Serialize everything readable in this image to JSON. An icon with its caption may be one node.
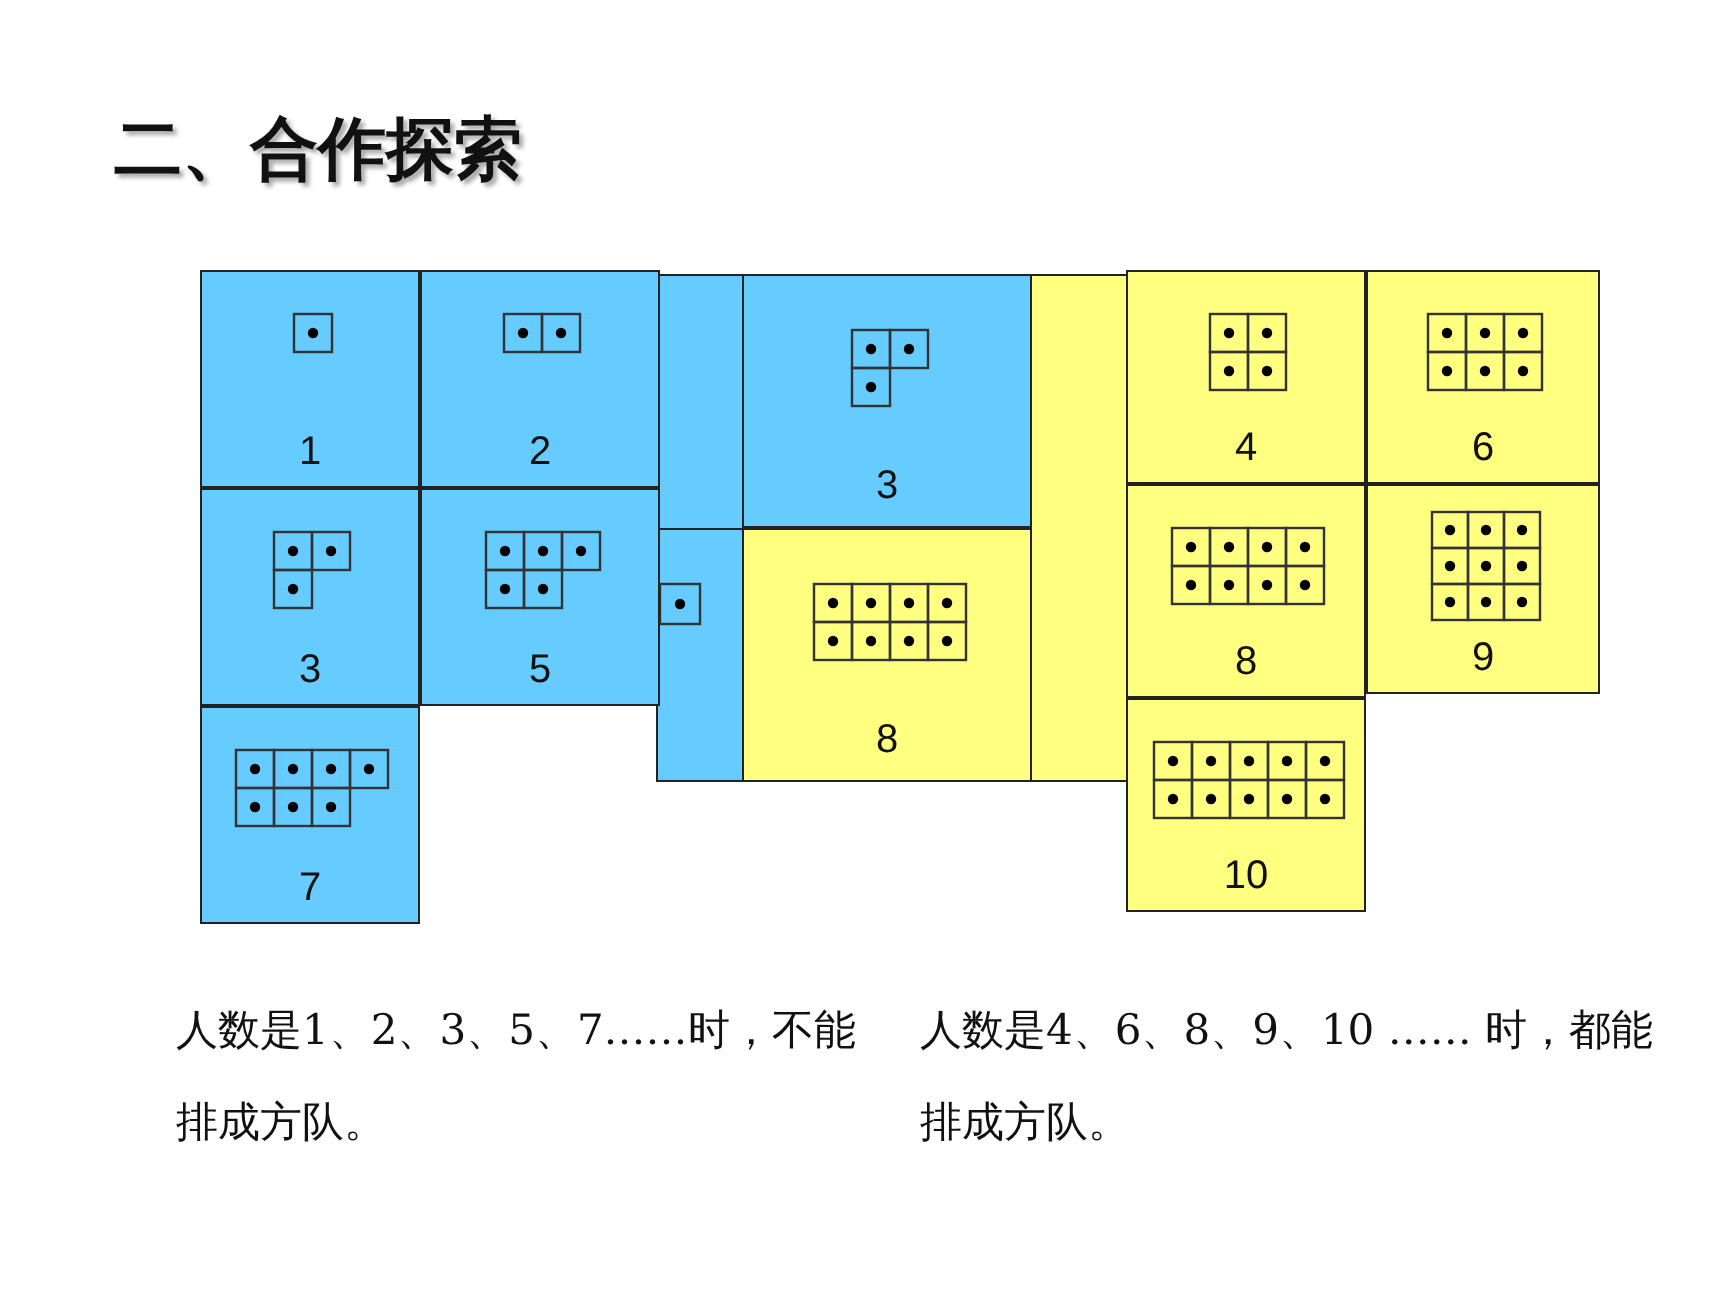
{
  "diagram": {
    "title": "二、合作探索",
    "nodes": [
      {
        "text": [
          "1"
        ]
      },
      {
        "text": [
          "2"
        ]
      },
      {
        "text": [
          "3"
        ]
      },
      {
        "text": [
          "4"
        ]
      },
      {
        "text": [
          "6"
        ]
      },
      {
        "text": [
          "3"
        ]
      },
      {
        "text": [
          "5"
        ]
      },
      {
        "text": [
          "8"
        ]
      },
      {
        "text": [
          "8"
        ]
      },
      {
        "text": [
          "9"
        ]
      },
      {
        "text": [
          "7"
        ]
      },
      {
        "text": [
          "10"
        ]
      }
    ],
    "edges": [],
    "labels": [
      "人数是1、2、3、5、7……时，不能排成方队。",
      "人数是4、6、8、9、10 …… 时，都能排成方队。"
    ]
  }
}
